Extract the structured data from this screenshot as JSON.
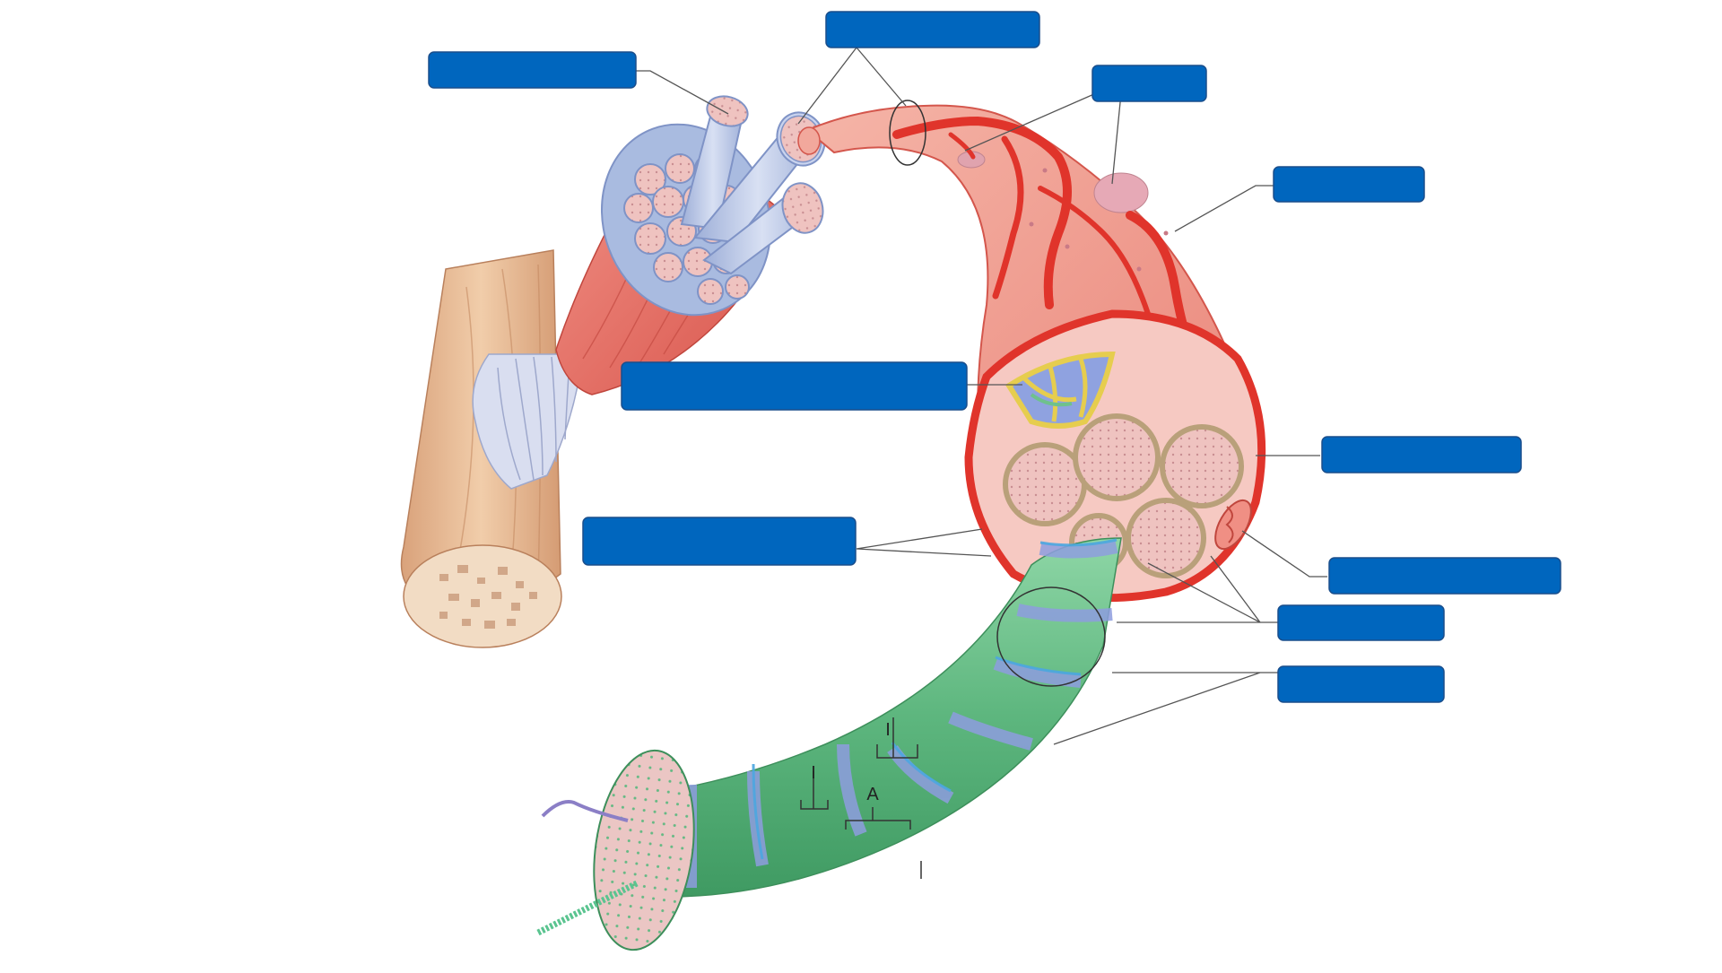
{
  "diagram": {
    "label_box_color": "#0066BE",
    "label_boxes": [
      {
        "id": "fascicle-label",
        "text": ""
      },
      {
        "id": "muscle-fiber-top-label",
        "text": ""
      },
      {
        "id": "nucleus-label",
        "text": ""
      },
      {
        "id": "sarcolemma-label",
        "text": ""
      },
      {
        "id": "sarcoplasmic-reticulum-label",
        "text": ""
      },
      {
        "id": "cell-membrane-label",
        "text": ""
      },
      {
        "id": "t-tubule-label",
        "text": ""
      },
      {
        "id": "mitochondrion-label",
        "text": ""
      },
      {
        "id": "myofibril-label",
        "text": ""
      },
      {
        "id": "myofibril-bands-label",
        "text": ""
      }
    ],
    "band_labels": {
      "i_band_1": "I",
      "i_band_2": "I",
      "a_band": "A"
    },
    "colors": {
      "muscle": "#E9736A",
      "fiber_sheath": "#B9C6E4",
      "bone": "#E3B48D",
      "myofibril": "#6FC18D",
      "stripe": "#9AA8E0",
      "reticulum": "#EAD764",
      "vessel": "#E0342B"
    }
  }
}
